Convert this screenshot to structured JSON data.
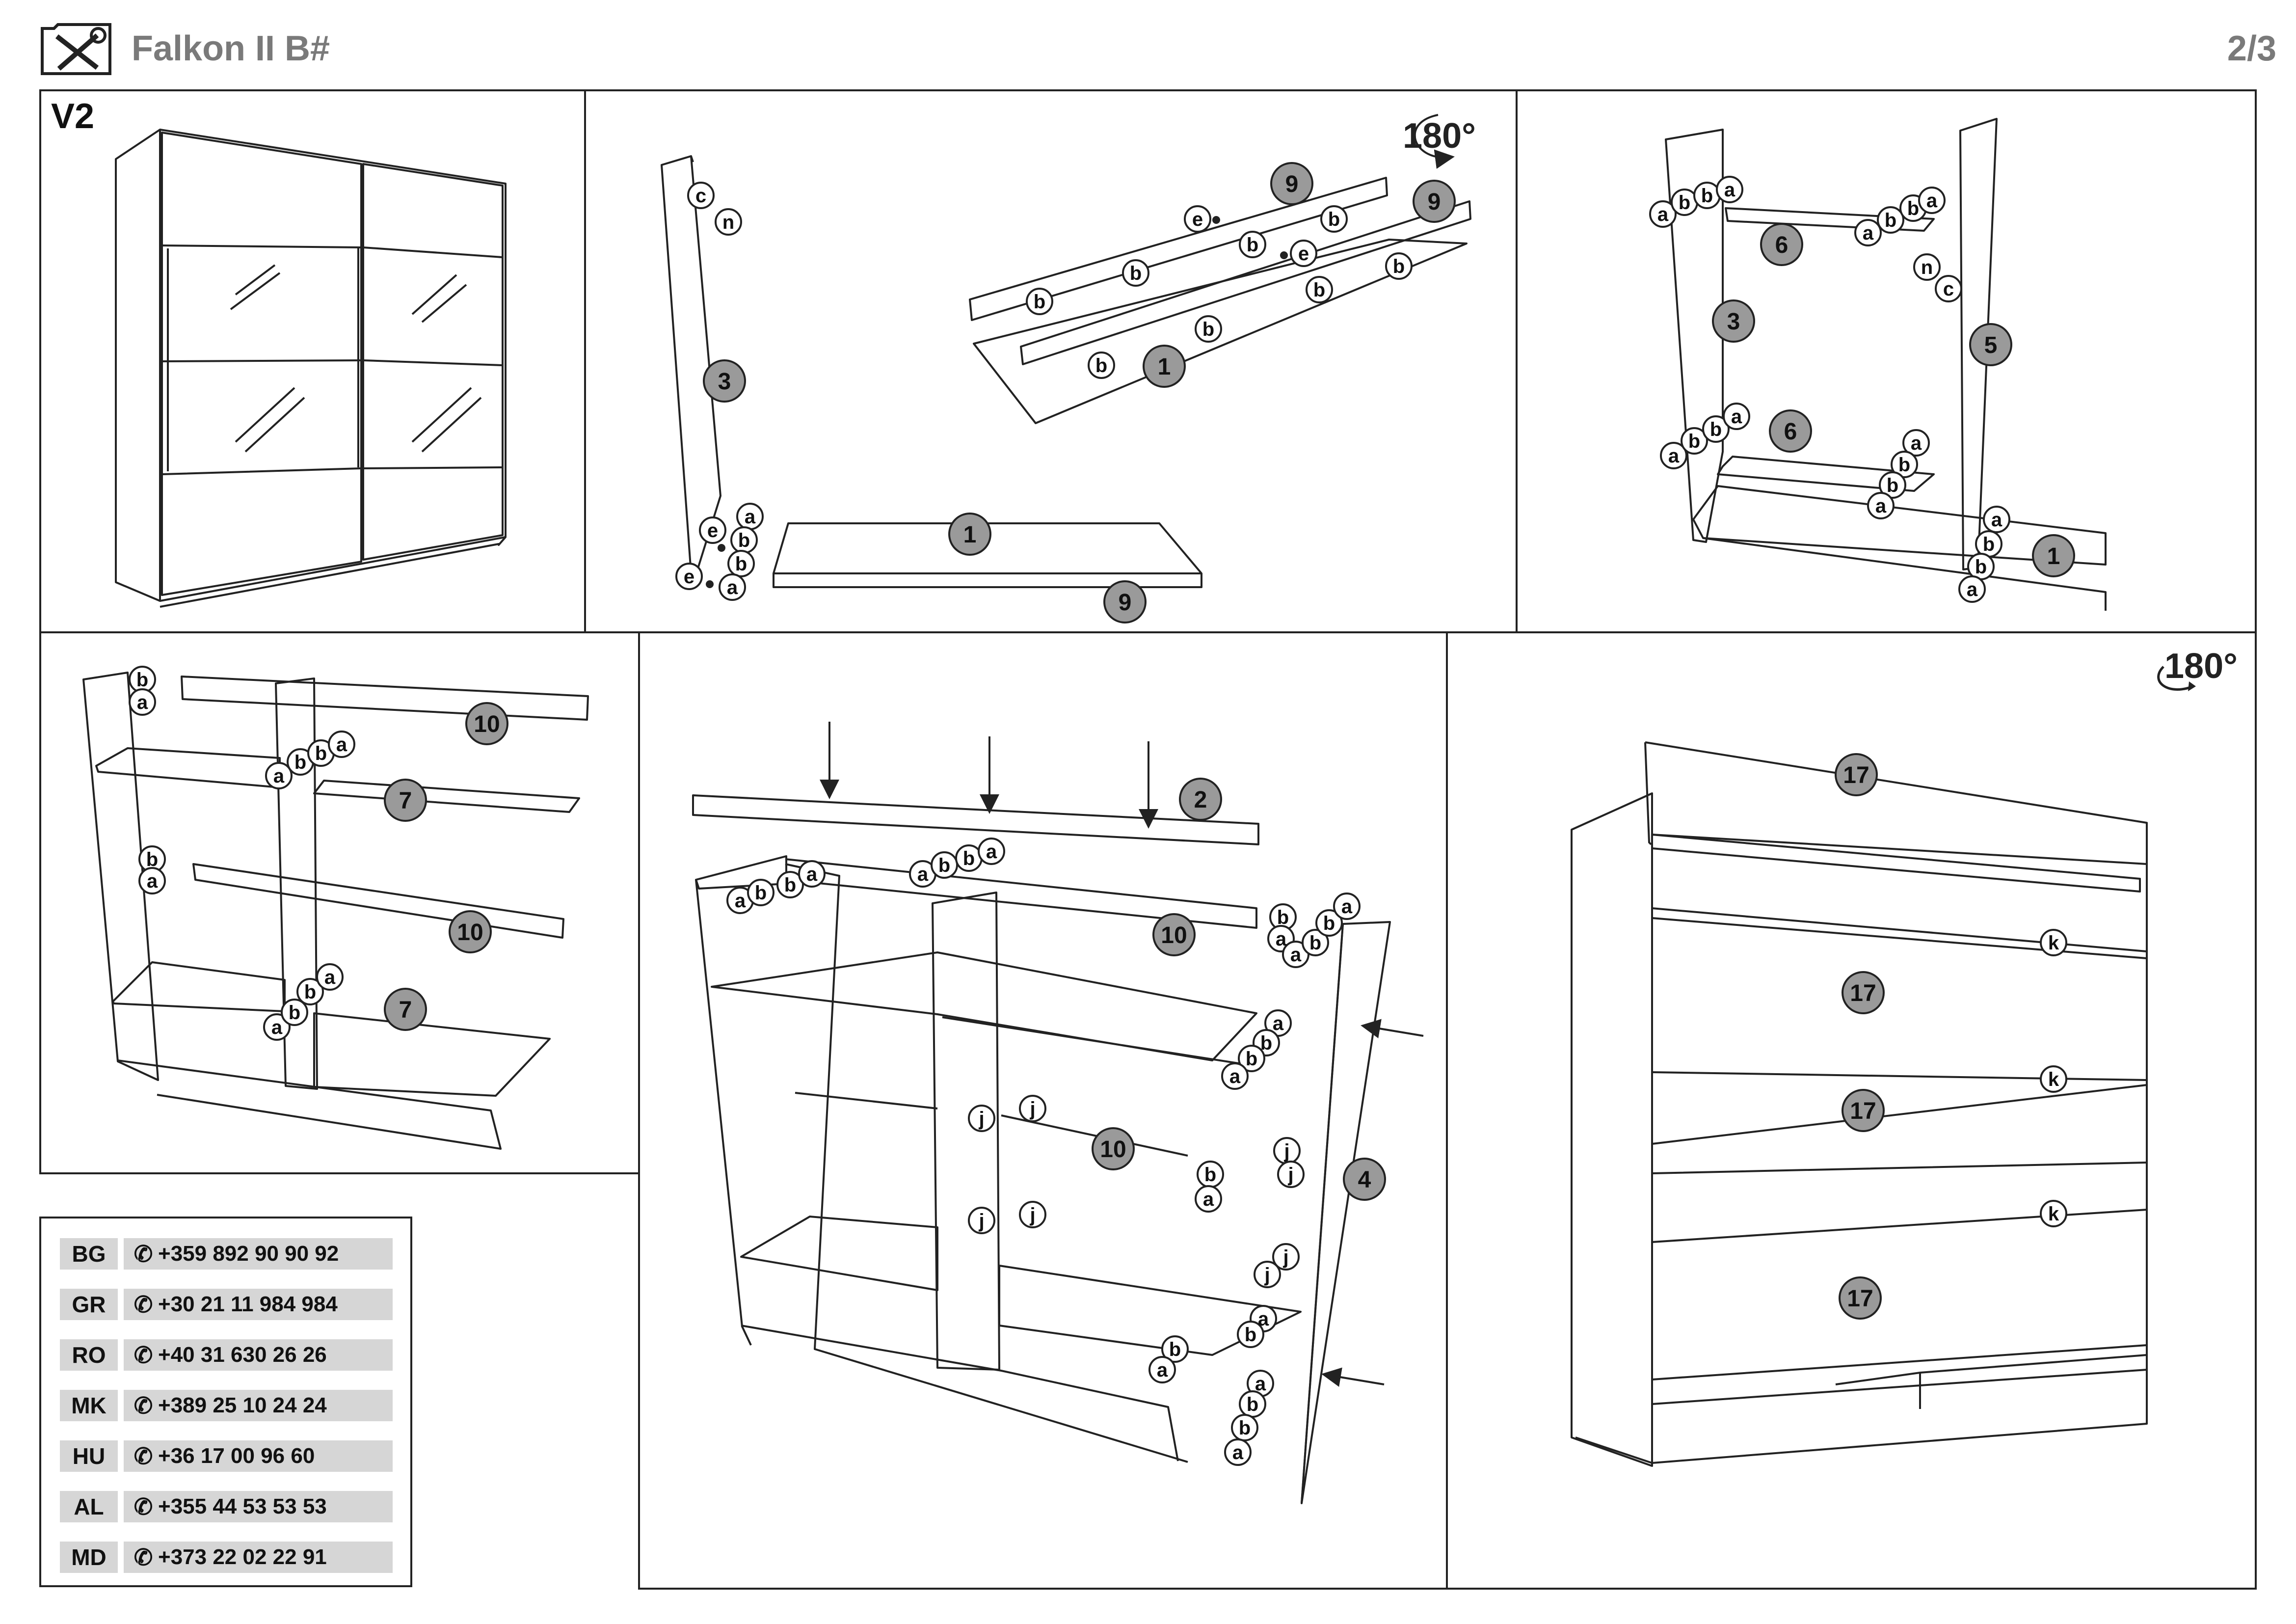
{
  "header": {
    "title": "Falkon II B#",
    "page": "2/3",
    "icon": "tools-icon"
  },
  "panels": {
    "variant_label": "V2"
  },
  "rotation_label": "180°",
  "part_numbers": [
    "1",
    "2",
    "3",
    "4",
    "5",
    "6",
    "7",
    "9",
    "10",
    "17"
  ],
  "fitting_letters": [
    "a",
    "b",
    "c",
    "e",
    "j",
    "k",
    "n"
  ],
  "phones": [
    {
      "code": "BG",
      "number": "+359 892 90 90 92"
    },
    {
      "code": "GR",
      "number": "+30 21 11 984 984"
    },
    {
      "code": "RO",
      "number": "+40 31 630 26 26"
    },
    {
      "code": "MK",
      "number": "+389 25 10 24 24"
    },
    {
      "code": "HU",
      "number": "+36 17 00 96 60"
    },
    {
      "code": "AL",
      "number": "+355 44 53 53 53"
    },
    {
      "code": "MD",
      "number": "+373 22 02 22 91"
    }
  ],
  "colors": {
    "line": "#222222",
    "callout_fill": "#9a9a9a",
    "header_text": "#7a7a7a",
    "phone_bg": "#d6d6d6"
  }
}
